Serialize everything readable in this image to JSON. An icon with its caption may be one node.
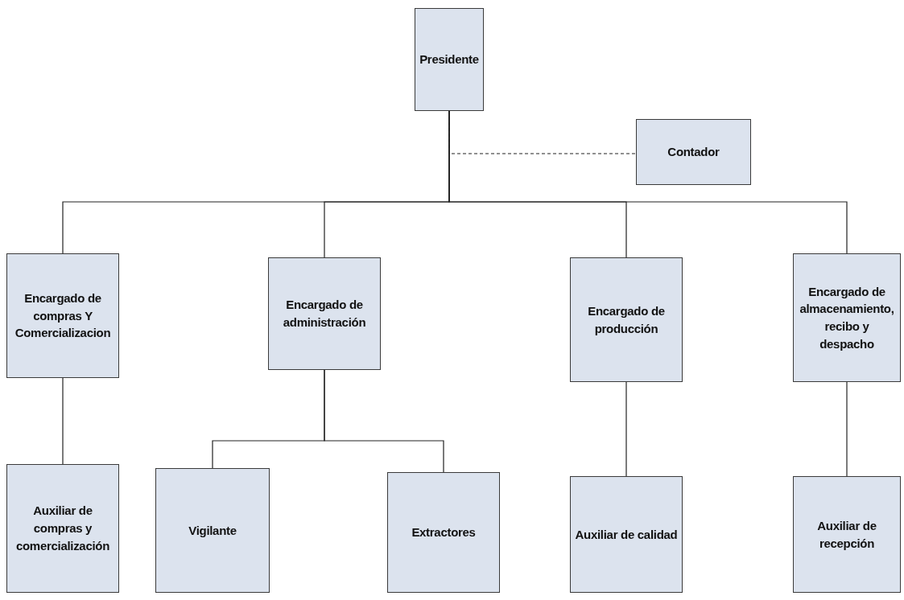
{
  "diagram": {
    "nodes": [
      {
        "text": [
          "Presidente"
        ]
      },
      {
        "text": [
          "Contador"
        ]
      },
      {
        "text": [
          "Encargado de compras Y Comercializacion"
        ]
      },
      {
        "text": [
          "Encargado de administración"
        ]
      },
      {
        "text": [
          "Encargado de producción"
        ]
      },
      {
        "text": [
          "Encargado de almacenamiento, recibo y despacho"
        ]
      },
      {
        "text": [
          "Auxiliar de compras y comercialización"
        ]
      },
      {
        "text": [
          "Vigilante"
        ]
      },
      {
        "text": [
          "Extractores"
        ]
      },
      {
        "text": [
          "Auxiliar de calidad"
        ]
      },
      {
        "text": [
          "Auxiliar de recepción"
        ]
      }
    ],
    "edges": [
      {
        "from": 0,
        "to": 1,
        "arrow": "none",
        "style": "dashed"
      },
      {
        "from": 0,
        "to": 2,
        "arrow": "none"
      },
      {
        "from": 0,
        "to": 3,
        "arrow": "none"
      },
      {
        "from": 0,
        "to": 4,
        "arrow": "none"
      },
      {
        "from": 0,
        "to": 5,
        "arrow": "none"
      },
      {
        "from": 2,
        "to": 6,
        "arrow": "none"
      },
      {
        "from": 3,
        "to": 7,
        "arrow": "none"
      },
      {
        "from": 3,
        "to": 8,
        "arrow": "none"
      },
      {
        "from": 4,
        "to": 9,
        "arrow": "none"
      },
      {
        "from": 5,
        "to": 10,
        "arrow": "none"
      }
    ]
  }
}
